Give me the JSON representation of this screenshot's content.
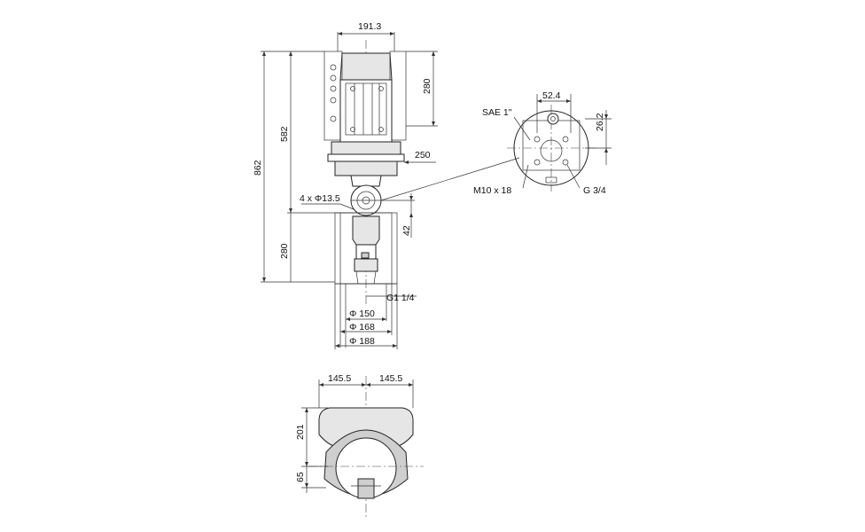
{
  "dimensions": {
    "top_width": "191.3",
    "motor_height": "280",
    "total_height": "862",
    "upper_height": "582",
    "lower_height": "280",
    "flange_offset": "250",
    "holes": "4 x Φ13.5",
    "flange_height": "42",
    "inlet_thread": "G1 1/4",
    "dia_150": "Φ 150",
    "dia_168": "Φ 168",
    "dia_188": "Φ 188",
    "bottom_left_width": "145.5",
    "bottom_right_width": "145.5",
    "bottom_height": "201",
    "bottom_offset": "65"
  },
  "detail": {
    "width": "52.4",
    "height": "26.2",
    "sae": "SAE 1\"",
    "bolt": "M10 x 18",
    "thread": "G 3/4"
  }
}
